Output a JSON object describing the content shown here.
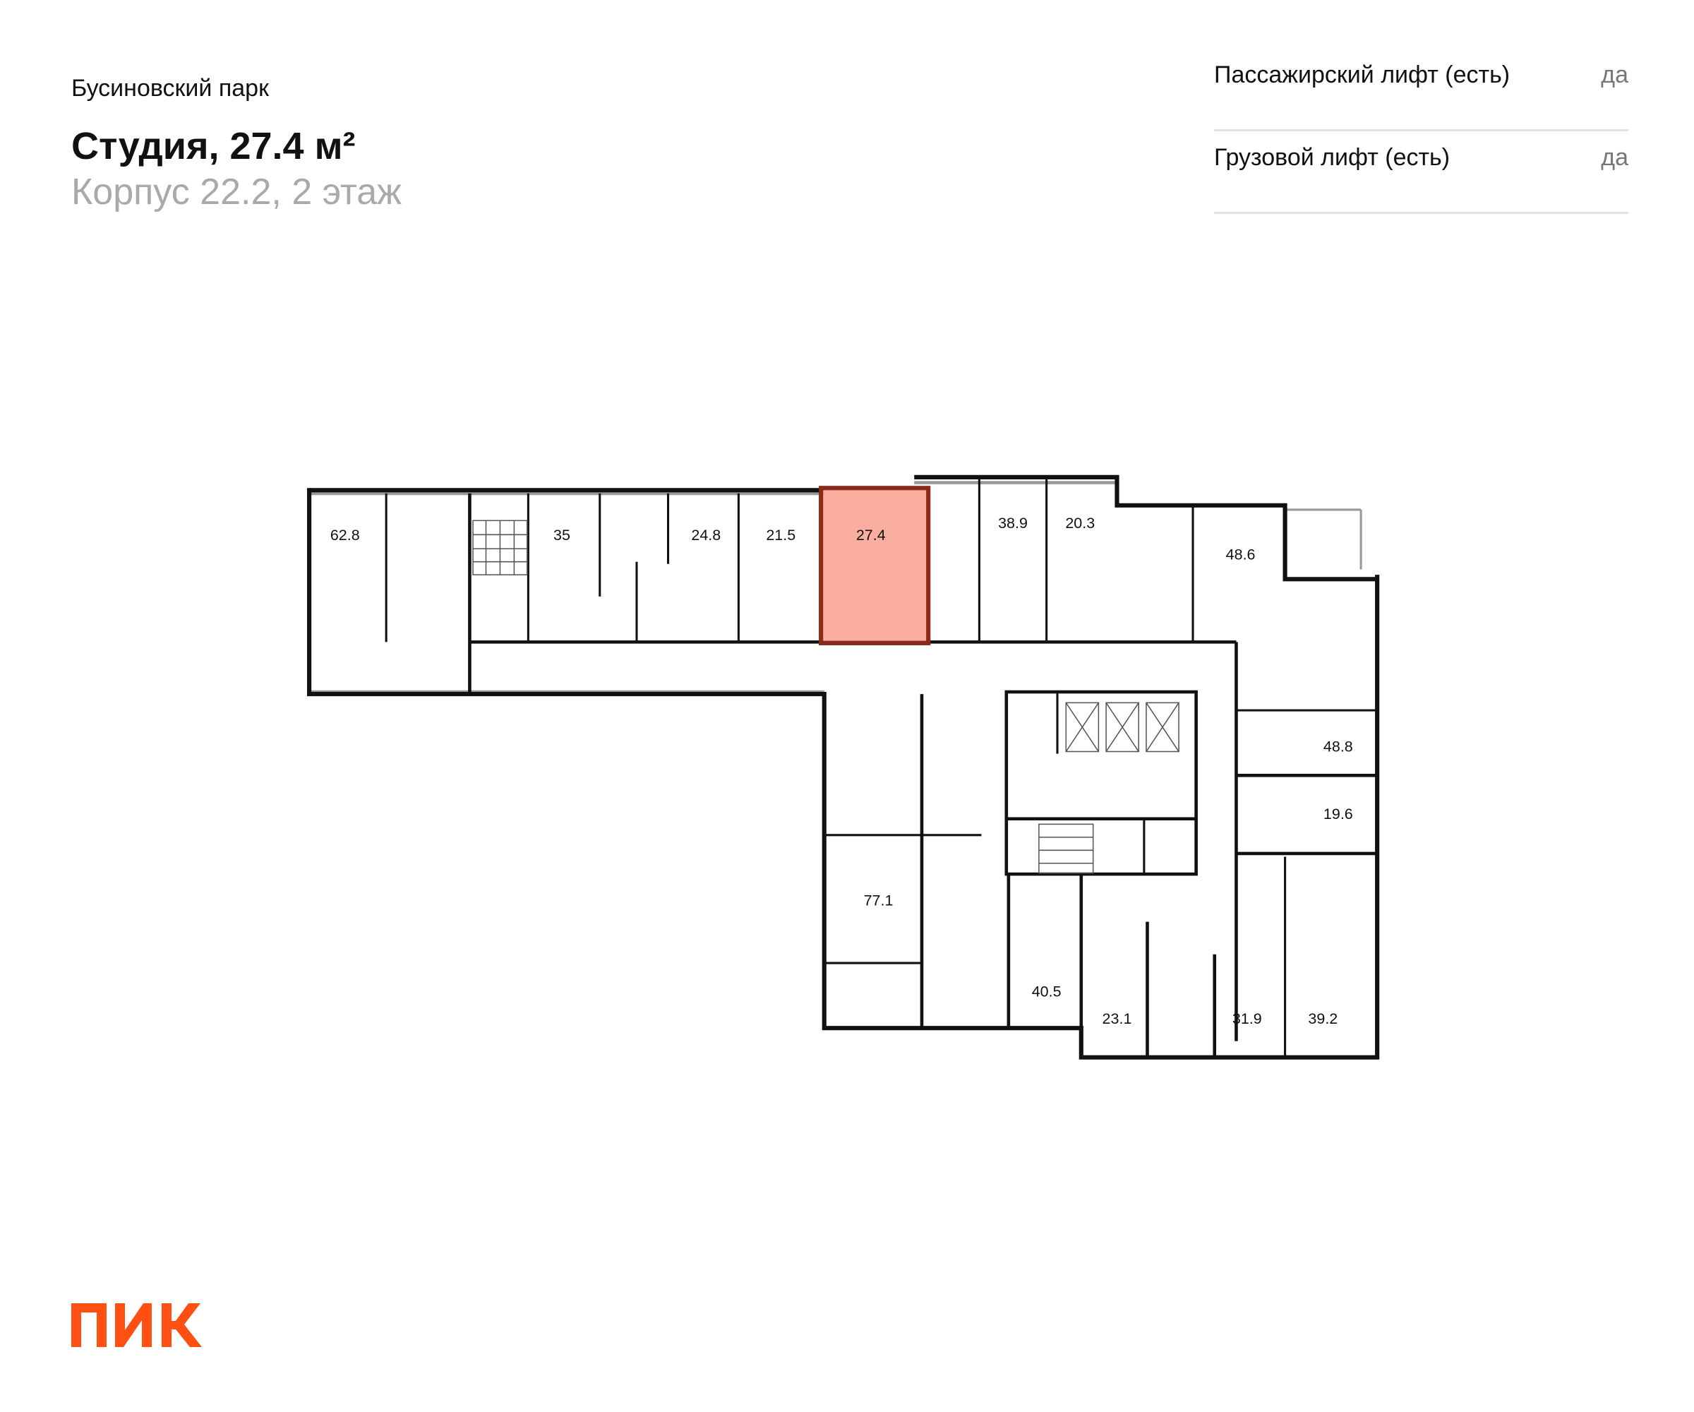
{
  "header": {
    "complex_name": "Бусиновский парк",
    "title": "Студия, 27.4 м²",
    "subtitle": "Корпус 22.2, 2 этаж"
  },
  "features": [
    {
      "label": "Пассажирский лифт (есть)",
      "value": "да"
    },
    {
      "label": "Грузовой лифт (есть)",
      "value": "да"
    }
  ],
  "floor_plan": {
    "selected_apartment": "27.4",
    "highlight_color": "#f8a08e",
    "highlight_border": "#8b2a1a",
    "apartments": [
      "62.8",
      "35",
      "24.8",
      "21.5",
      "27.4",
      "38.9",
      "20.3",
      "48.6",
      "48.8",
      "19.6",
      "77.1",
      "40.5",
      "23.1",
      "31.9",
      "39.2"
    ]
  },
  "logo": {
    "text": "ПИК",
    "color": "#ff4f12"
  }
}
